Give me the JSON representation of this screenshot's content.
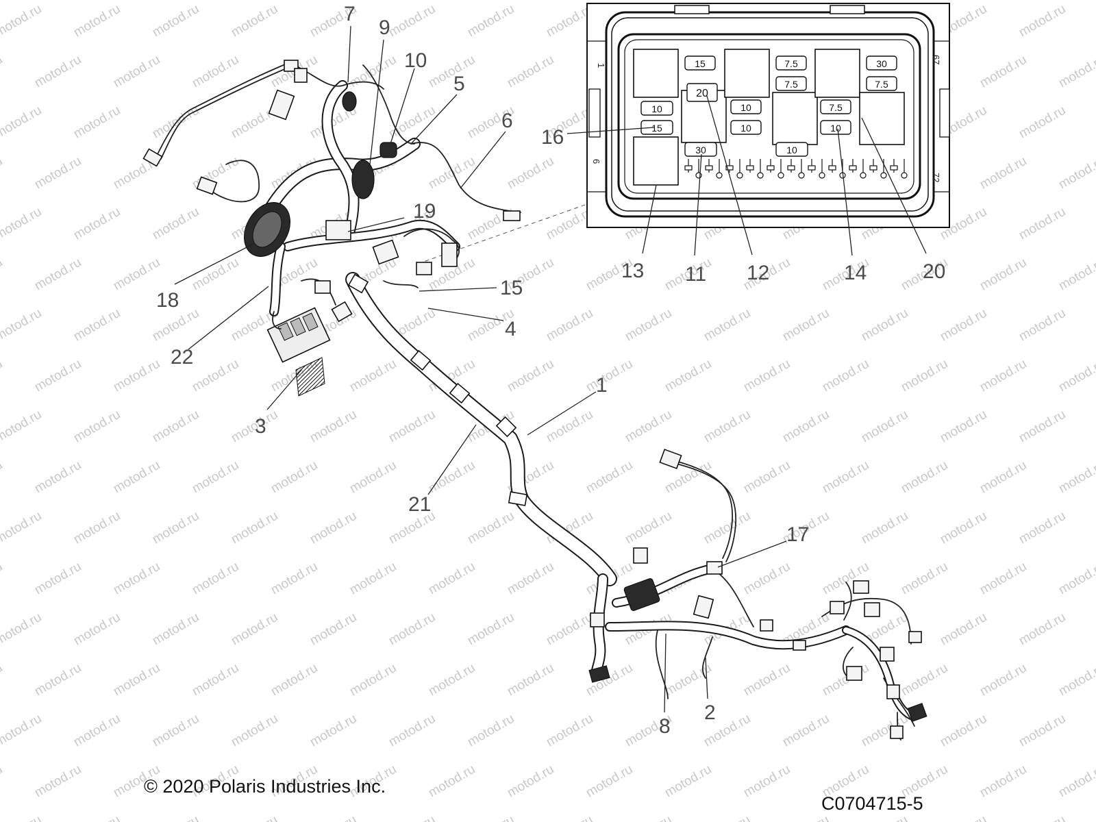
{
  "callouts": {
    "c1": "1",
    "c2": "2",
    "c3": "3",
    "c4": "4",
    "c5": "5",
    "c6": "6",
    "c7": "7",
    "c8": "8",
    "c9": "9",
    "c10": "10",
    "c11": "11",
    "c12": "12",
    "c13": "13",
    "c14": "14",
    "c15": "15",
    "c16": "16",
    "c17": "17",
    "c18": "18",
    "c19": "19",
    "c20": "20",
    "c21": "21",
    "c22": "22"
  },
  "fuse_box": {
    "edge_labels": {
      "top_left": "1",
      "bottom_left": "6",
      "top_right": "67",
      "bottom_right": "72"
    },
    "fuses": {
      "f1": "15",
      "f2": "20",
      "f3": "10",
      "f4": "15",
      "f5": "30",
      "f6": "7.5",
      "f7": "7.5",
      "f8": "10",
      "f9": "10",
      "f10": "10",
      "f11": "30",
      "f12": "7.5",
      "f13": "7.5",
      "f14": "10"
    }
  },
  "watermark": "motod.ru",
  "footer": {
    "copyright": "© 2020 Polaris Industries Inc.",
    "drawing_number": "C0704715-5"
  }
}
